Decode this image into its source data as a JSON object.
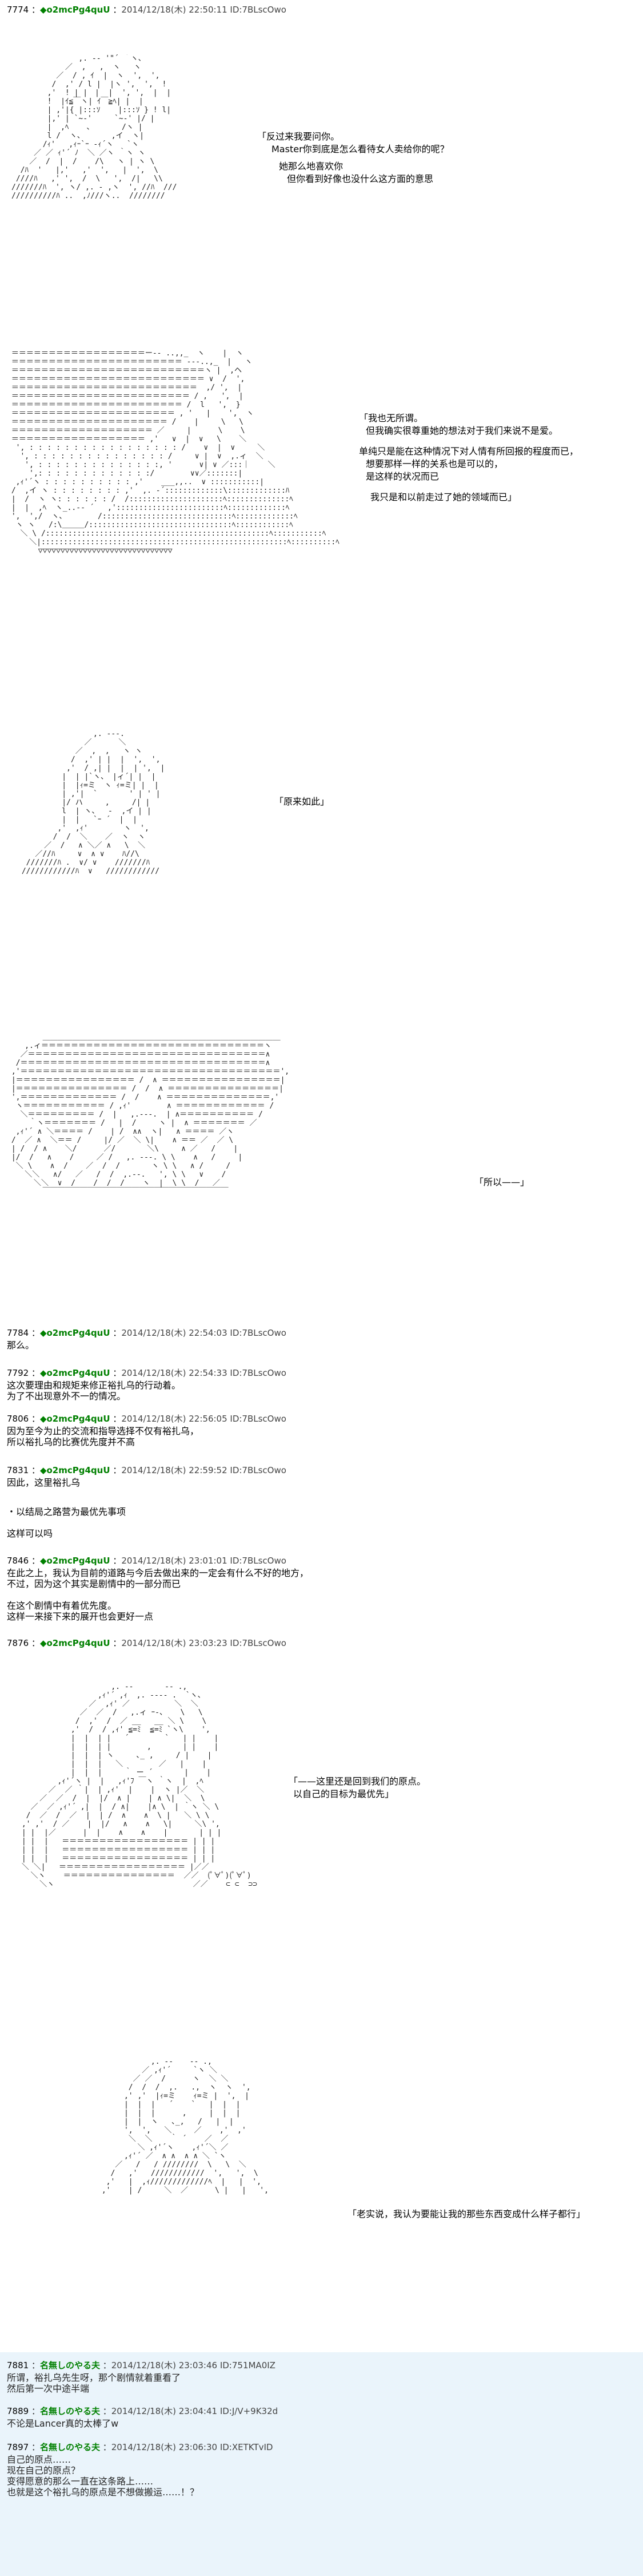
{
  "header1": {
    "no": "7774",
    "name": "◆o2mcPg4quU",
    "datetime": "2014/12/18(木) 22:50:11 ID:7BLscOwo"
  },
  "panel1": {
    "lines": [
      "「反过来我要问你。",
      "Master你到底是怎么看待女人卖给你的呢？",
      "她那么地喜欢你",
      "但你看到好像也没什么这方面的意思"
    ]
  },
  "panel2": {
    "lines": [
      "「我也无所谓。",
      "但我确实很尊重她的想法对于我们来说不是爱。",
      "单纯只是能在这种情况下对人情有所回报的程度而已，",
      "想要那样一样的关系也是可以的，",
      "是这样的状况而已",
      "我只是和以前走过了她的领域而已」"
    ]
  },
  "panel3": {
    "lines": [
      "「原来如此」"
    ]
  },
  "panel4": {
    "lines": [
      "「所以——」"
    ]
  },
  "posts": [
    {
      "header": {
        "no": "7784",
        "name": "◆o2mcPg4quU",
        "datetime": "2014/12/18(木) 22:54:03 ID:7BLscOwo"
      },
      "lines": [
        "那么。"
      ]
    },
    {
      "header": {
        "no": "7792",
        "name": "◆o2mcPg4quU",
        "datetime": "2014/12/18(木) 22:54:33 ID:7BLscOwo"
      },
      "lines": [
        "这次要理由和规矩来修正裕扎乌的行动着。",
        "为了不出现意外不一的情况。"
      ]
    },
    {
      "header": {
        "no": "7806",
        "name": "◆o2mcPg4quU",
        "datetime": "2014/12/18(木) 22:56:05 ID:7BLscOwo"
      },
      "lines": [
        "因为至今为止的交流和指导选择不仅有裕扎乌，",
        "所以裕扎乌的比赛优先度并不高"
      ]
    },
    {
      "header": {
        "no": "7831",
        "name": "◆o2mcPg4quU",
        "datetime": "2014/12/18(木) 22:59:52 ID:7BLscOwo"
      },
      "lines": [
        "因此，这里裕扎乌"
      ]
    },
    {
      "header": null,
      "lines": [
        "・以结局之路营为最优先事项",
        "",
        "这样可以吗"
      ]
    },
    {
      "header": {
        "no": "7846",
        "name": "◆o2mcPg4quU",
        "datetime": "2014/12/18(木) 23:01:01 ID:7BLscOwo"
      },
      "lines": [
        "在此之上，我认为目前的道路与今后去做出来的一定会有什么不好的地方，",
        "不过，因为这个其实是剧情中的一部分而已",
        "",
        "在这个剧情中有着优先度。",
        "这样一来接下来的展开也会更好一点"
      ]
    },
    {
      "header": {
        "no": "7876",
        "name": "◆o2mcPg4quU",
        "datetime": "2014/12/18(木) 23:03:23 ID:7BLscOwo"
      },
      "lines": []
    }
  ],
  "panel5": {
    "lines": [
      "「——这里还是回到我们的原点。",
      "以自己的目标为最优先」"
    ]
  },
  "panel6": {
    "lines": [
      "「老实说，我认为要能让我的那些东西变成什么样子都行」"
    ]
  },
  "responses": [
    {
      "header": {
        "no": "7881",
        "name": "名無しのやる夫",
        "datetime": "2014/12/18(木) 23:03:46 ID:751MA0IZ"
      },
      "lines": [
        "所谓，裕扎乌先生呀，那个剧情就着重看了",
        "然后第一次中途半端"
      ]
    },
    {
      "header": {
        "no": "7889",
        "name": "名無しのやる夫",
        "datetime": "2014/12/18(木) 23:04:41 ID:J/V+9K32d"
      },
      "lines": [
        "不论是Lancer真的太棒了w"
      ]
    },
    {
      "header": {
        "no": "7897",
        "name": "名無しのやる夫",
        "datetime": "2014/12/18(木) 23:06:30 ID:XETKTvID"
      },
      "lines": [
        "自己的原点……",
        "现在自己的原点？",
        "变得愿意的那么一直在这条路上……",
        "也就是这个裕扎乌的原点是不想做搬运……！？"
      ]
    }
  ]
}
